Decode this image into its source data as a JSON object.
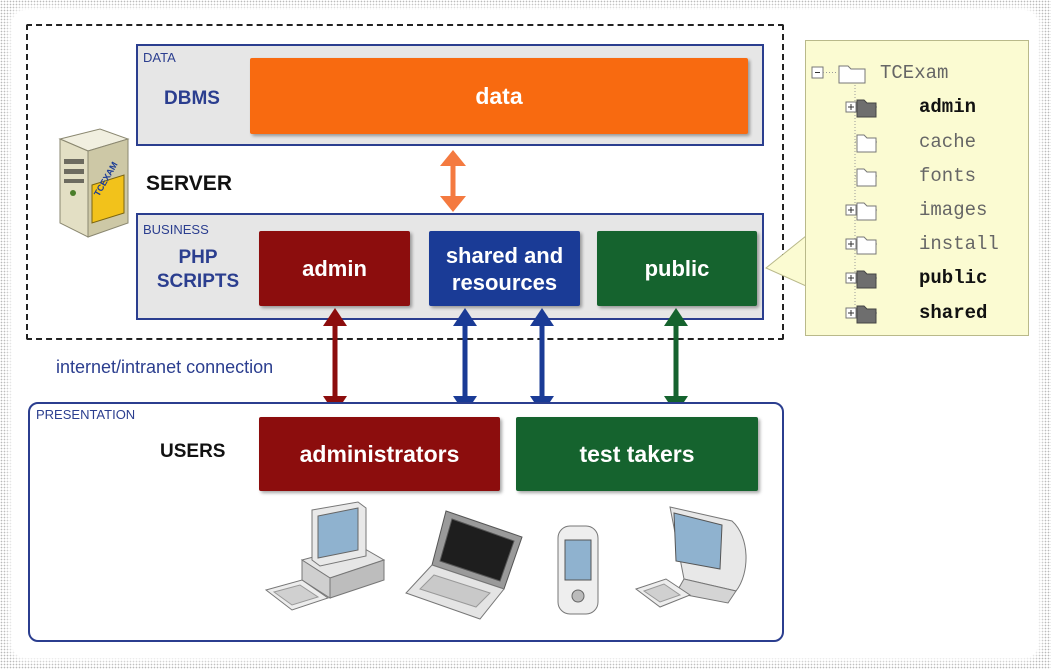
{
  "data_layer": {
    "title": "DATA",
    "label": "DBMS",
    "block": "data"
  },
  "server_label": "SERVER",
  "business_layer": {
    "title": "BUSINESS",
    "label_line1": "PHP",
    "label_line2": "SCRIPTS",
    "blocks": {
      "admin": "admin",
      "shared_line1": "shared and",
      "shared_line2": "resources",
      "public": "public"
    }
  },
  "connection_label": "internet/intranet connection",
  "presentation_layer": {
    "title": "PRESENTATION",
    "label": "USERS",
    "blocks": {
      "administrators": "administrators",
      "test_takers": "test takers"
    }
  },
  "folder_tree": {
    "root": "TCExam",
    "items": [
      {
        "name": "admin",
        "bold": true
      },
      {
        "name": "cache",
        "bold": false
      },
      {
        "name": "fonts",
        "bold": false
      },
      {
        "name": "images",
        "bold": false
      },
      {
        "name": "install",
        "bold": false
      },
      {
        "name": "public",
        "bold": true
      },
      {
        "name": "shared",
        "bold": true
      }
    ]
  },
  "server_logo_text": "TCEXAM",
  "colors": {
    "layer_border": "#2b3e8f",
    "admin": "#8c0d0d",
    "shared": "#1a3b96",
    "public": "#15632e",
    "data": "#f86a10",
    "arrow_data": "#f47a40"
  },
  "icons": [
    "server-tower-icon",
    "desktop-computer-icon",
    "laptop-icon",
    "pda-icon",
    "imac-icon",
    "folder-icon",
    "expand-icon",
    "collapse-icon"
  ]
}
